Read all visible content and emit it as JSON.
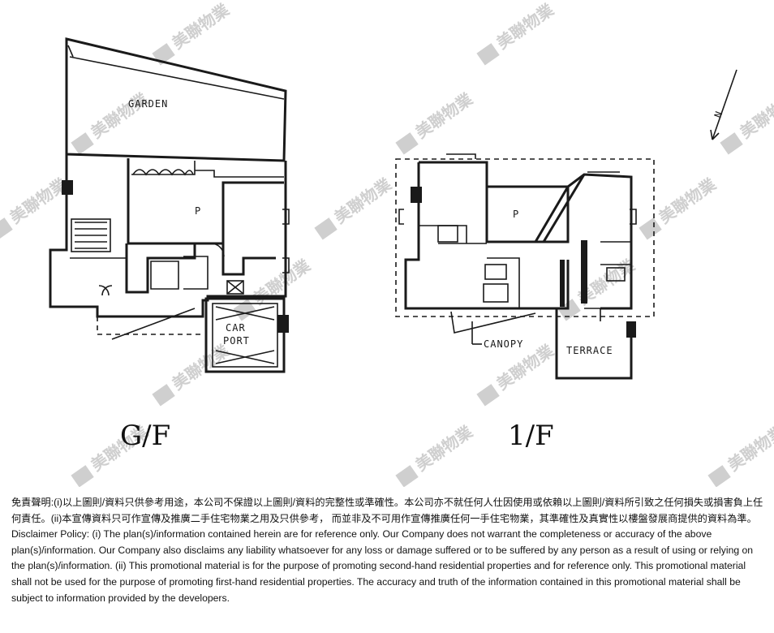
{
  "plan": {
    "ground_floor": {
      "floor_label": "G/F",
      "room_labels": {
        "garden": "GARDEN",
        "pool": "P",
        "carport_line1": "CAR",
        "carport_line2": "PORT"
      }
    },
    "first_floor": {
      "floor_label": "1/F",
      "room_labels": {
        "pool": "P",
        "canopy": "CANOPY",
        "terrace": "TERRACE"
      }
    },
    "north_arrow": {
      "label": "N"
    },
    "watermark": {
      "text": "美聯物業"
    }
  },
  "disclaimer": {
    "chinese": "免責聲明:(i)以上圖則/資料只供參考用途，本公司不保證以上圖則/資料的完整性或準確性。本公司亦不就任何人仕因使用或依賴以上圖則/資料所引致之任何損失或損害負上任何責任。(ii)本宣傳資料只可作宣傳及推廣二手住宅物業之用及只供參考， 而並非及不可用作宣傳推廣任何一手住宅物業，其準確性及真實性以樓盤發展商提供的資料為準。",
    "english": "Disclaimer Policy: (i) The plan(s)/information contained herein are for reference only. Our Company does not warrant the completeness or accuracy of the above plan(s)/information. Our Company also disclaims any liability whatsoever for any loss or damage suffered or to be suffered by any person as a result of using or relying on the plan(s)/information. (ii) This promotional material is for the purpose of promoting second-hand residential properties and for reference only. This promotional material shall not be used for the purpose of promoting first-hand residential properties. The accuracy and truth of the information contained in this promotional material shall be subject to information provided by the developers."
  }
}
